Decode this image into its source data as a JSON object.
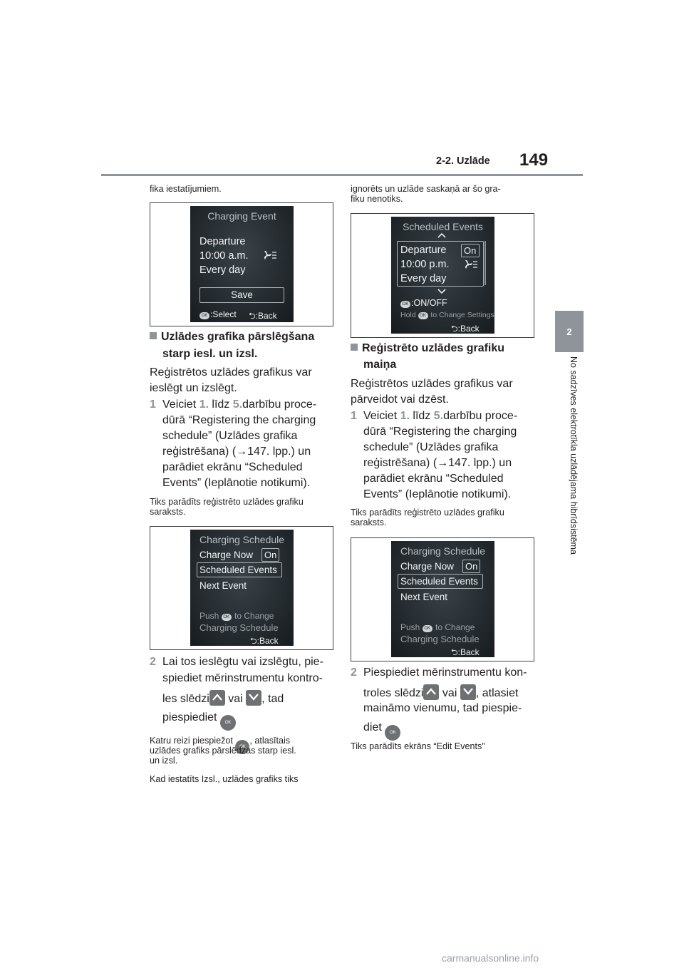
{
  "header": {
    "section": "2-2. Uzlāde",
    "page_number": "149"
  },
  "side_tab": {
    "number": "2",
    "text": "No sadzīves elektrotīkla uzlādējama hibrīdsistēma"
  },
  "left": {
    "intro": "fika iestatījumiem.",
    "fig1": {
      "title": "Charging Event",
      "line1": "Departure",
      "line2": "10:00 a.m.",
      "line3": "Every day",
      "save": "Save",
      "ok_label": "OK",
      "footer_left": ":Select",
      "footer_right": ":Back"
    },
    "heading_line1": "Uzlādes grafika pārslēgšana",
    "heading_line2": "starp iesl. un izsl.",
    "para1_line1": "Reģistrētos uzlādes grafikus var",
    "para1_line2": "ieslēgt un izslēgt.",
    "step1": {
      "num": "1",
      "l1a": "Veiciet ",
      "n1": "1.",
      "l1b": " līdz ",
      "n2": "5.",
      "l1c": "darbību proce-",
      "l2": "dūrā “Registering the charging",
      "l3": "schedule” (Uzlādes grafika",
      "l4": "reģistrēšana) (→147. lpp.) un",
      "l5": "parādiet ekrānu “Scheduled",
      "l6": "Events” (Ieplānotie notikumi)."
    },
    "note1_line1": "Tiks parādīts reģistrēto uzlādes grafiku",
    "note1_line2": "saraksts.",
    "fig2": {
      "title": "Charging Schedule",
      "item1": "Charge Now",
      "item1_state": "On",
      "item2": "Scheduled Events",
      "item3": "Next Event",
      "push_a": "Push ",
      "ok_label": "OK",
      "push_b": " to Change",
      "push_line2": "Charging Schedule",
      "back": ":Back"
    },
    "step2": {
      "num": "2",
      "l1": "Lai tos ieslēgtu vai izslēgtu, pie-",
      "l2": "spiediet mērinstrumentu kontro-",
      "l3a": "les slēdzi",
      "l3b": " vai ",
      "l3c": ", tad",
      "l4": "piespiediet"
    },
    "ok_button": "OK",
    "note2_line1a": "Katru reizi piespiežot ",
    "note2_line1b": ", atlasītais",
    "note2_line2": "uzlādes grafiks pārslēdzas starp iesl.",
    "note2_line3": "un izsl.",
    "note3": "Kad iestatīts Izsl., uzlādes grafiks tiks"
  },
  "right": {
    "intro_line1": "ignorēts un uzlāde saskaņā ar šo gra-",
    "intro_line2": "fiku nenotiks.",
    "fig3": {
      "title": "Scheduled Events",
      "line1": "Departure",
      "state": "On",
      "line2": "10:00 p.m.",
      "line3": "Every day",
      "ok_label": "OK",
      "footer1": ":ON/OFF",
      "hold_a": "Hold ",
      "hold_b": " to Change Settings",
      "back": ":Back"
    },
    "heading_line1": "Reģistrēto uzlādes grafiku",
    "heading_line2": "maiņa",
    "para1_line1": "Reģistrētos uzlādes grafikus var",
    "para1_line2": "pārveidot vai dzēst.",
    "step1": {
      "num": "1",
      "l1a": "Veiciet ",
      "n1": "1.",
      "l1b": " līdz ",
      "n2": "5.",
      "l1c": "darbību proce-",
      "l2": "dūrā “Registering the charging",
      "l3": "schedule” (Uzlādes grafika",
      "l4": "reģistrēšana) (→147. lpp.) un",
      "l5": "parādiet ekrānu “Scheduled",
      "l6": "Events” (Ieplānotie notikumi)."
    },
    "note1_line1": "Tiks parādīts reģistrēto uzlādes grafiku",
    "note1_line2": "saraksts.",
    "fig4": {
      "title": "Charging Schedule",
      "item1": "Charge Now",
      "item1_state": "On",
      "item2": "Scheduled Events",
      "item3": "Next Event",
      "push_a": "Push ",
      "ok_label": "OK",
      "push_b": " to Change",
      "push_line2": "Charging Schedule",
      "back": ":Back"
    },
    "step2": {
      "num": "2",
      "l1": "Piespiediet mērinstrumentu kon-",
      "l2a": "troles slēdzi",
      "l2b": " vai ",
      "l2c": ", atlasiet",
      "l3": "maināmo vienumu, tad piespie-",
      "l4": "diet"
    },
    "ok_button": "OK",
    "note2": "Tiks parādīts ekrāns “Edit Events”"
  },
  "watermark": "carmanualsonline.info"
}
